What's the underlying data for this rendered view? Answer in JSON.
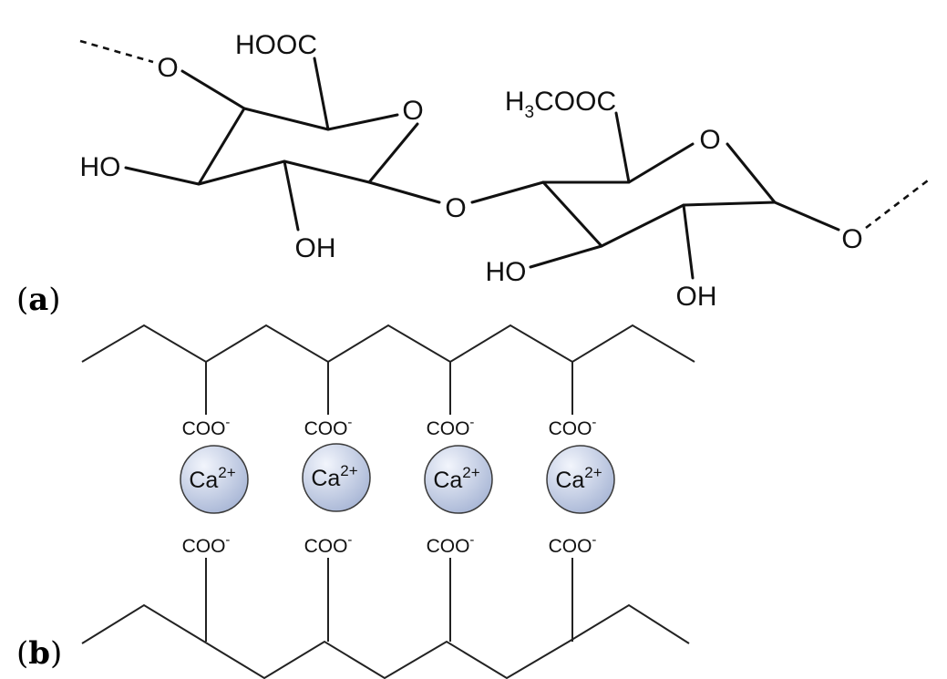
{
  "panel_a": {
    "label_open": "(",
    "label_letter": "a",
    "label_close": ")",
    "atoms": {
      "o_left_link": "O",
      "hooc": "HOOC",
      "o_ring1": "O",
      "ho_ring1": "HO",
      "oh_ring1": "OH",
      "o_glycosidic": "O",
      "h3cooc_h": "H",
      "h3cooc_sub": "3",
      "h3cooc_rest": "COOC",
      "o_ring2": "O",
      "ho_ring2": "HO",
      "oh_ring2": "OH",
      "o_right_link": "O"
    }
  },
  "panel_b": {
    "label_open": "(",
    "label_letter": "b",
    "label_close": ")",
    "carboxylate_base": "COO",
    "carboxylate_charge": "-",
    "ion_symbol": "Ca",
    "ion_charge": "2+",
    "ion_count": 4,
    "colors": {
      "ion_fill_light": "#f2f5fc",
      "ion_fill_dark": "#a9b7d6",
      "ion_stroke": "#3a3a3a"
    }
  }
}
